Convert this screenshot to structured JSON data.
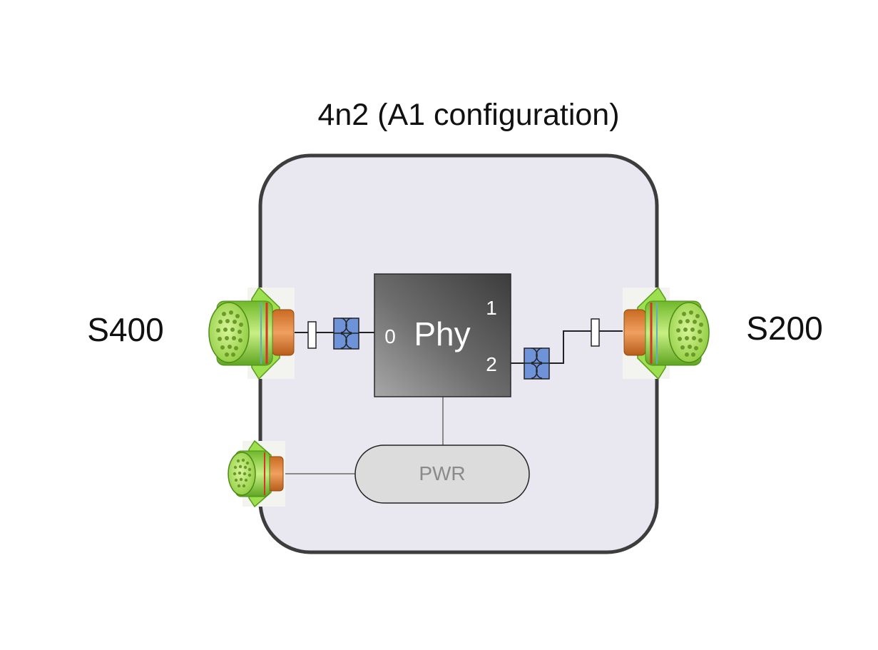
{
  "title": "4n2 (A1 configuration)",
  "left_connector": {
    "label": "S400"
  },
  "right_connector": {
    "label": "S200"
  },
  "phy": {
    "label": "Phy",
    "ports": [
      "0",
      "1",
      "2"
    ]
  },
  "pwr": {
    "label": "PWR"
  },
  "colors": {
    "device_fill": "#e9e7f0",
    "device_border": "#3d3d3d",
    "phy_dark": "#4a4a4a",
    "phy_light": "#9a9a9a",
    "pwr_fill": "#dcdcdc",
    "coupler_fill": "#6f93d8",
    "connector_green": "#8ed640",
    "connector_orange": "#e0843a"
  }
}
